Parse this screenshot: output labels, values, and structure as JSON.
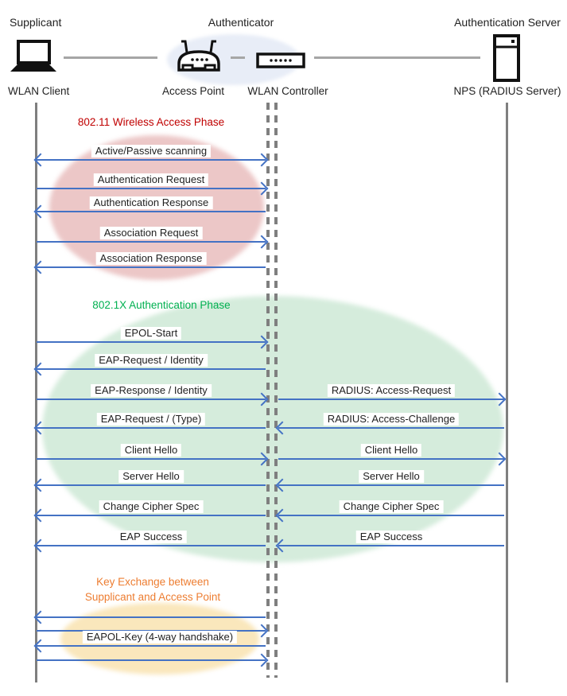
{
  "nodes": {
    "supplicant": {
      "role": "Supplicant",
      "label": "WLAN Client"
    },
    "authenticator": {
      "role": "Authenticator"
    },
    "access_point": {
      "label": "Access Point"
    },
    "wlan_controller": {
      "label": "WLAN Controller"
    },
    "server": {
      "role": "Authentication Server",
      "label": "NPS (RADIUS Server)"
    }
  },
  "phases": {
    "wireless": {
      "title": "802.11 Wireless Access Phase",
      "color": "#C00000"
    },
    "dot1x": {
      "title": "802.1X Authentication Phase",
      "color": "#00B050"
    },
    "key_exchange": {
      "lines": [
        "Key Exchange between",
        "Supplicant and Access Point"
      ],
      "color": "#ED7D31"
    }
  },
  "messages": [
    {
      "label": "Active/Passive scanning",
      "direction": "both"
    },
    {
      "label": "Authentication Request",
      "direction": "right"
    },
    {
      "label": "Authentication Response",
      "direction": "left"
    },
    {
      "label": "Association Request",
      "direction": "right"
    },
    {
      "label": "Association Response",
      "direction": "left"
    },
    {
      "label": "EPOL-Start",
      "direction": "right"
    },
    {
      "label": "EAP-Request / Identity",
      "direction": "left"
    },
    {
      "label": "EAP-Response / Identity",
      "direction": "right",
      "right_label": "RADIUS: Access-Request"
    },
    {
      "label": "EAP-Request / (Type)",
      "direction": "left",
      "right_label": "RADIUS: Access-Challenge"
    },
    {
      "label": "Client Hello",
      "direction": "right",
      "right_label": "Client Hello"
    },
    {
      "label": "Server Hello",
      "direction": "left",
      "right_label": "Server Hello"
    },
    {
      "label": "Change Cipher Spec",
      "direction": "left",
      "right_label": "Change Cipher Spec"
    },
    {
      "label": "EAP Success",
      "direction": "left",
      "right_label": "EAP Success"
    },
    {
      "label": "",
      "direction": "left"
    },
    {
      "label": "",
      "direction": "right"
    },
    {
      "label": "EAPOL-Key (4-way handshake)",
      "direction": "left"
    },
    {
      "label": "",
      "direction": "right"
    }
  ],
  "colors": {
    "arrow": "#4472C4",
    "lifeline": "#7F7F7F",
    "connector": "#A6A6A6",
    "ellipse_pink": "#ECC7C7",
    "ellipse_green": "#D5ECDC",
    "ellipse_orange": "#FAE7BC",
    "ellipse_blue": "#E8EDF7"
  }
}
